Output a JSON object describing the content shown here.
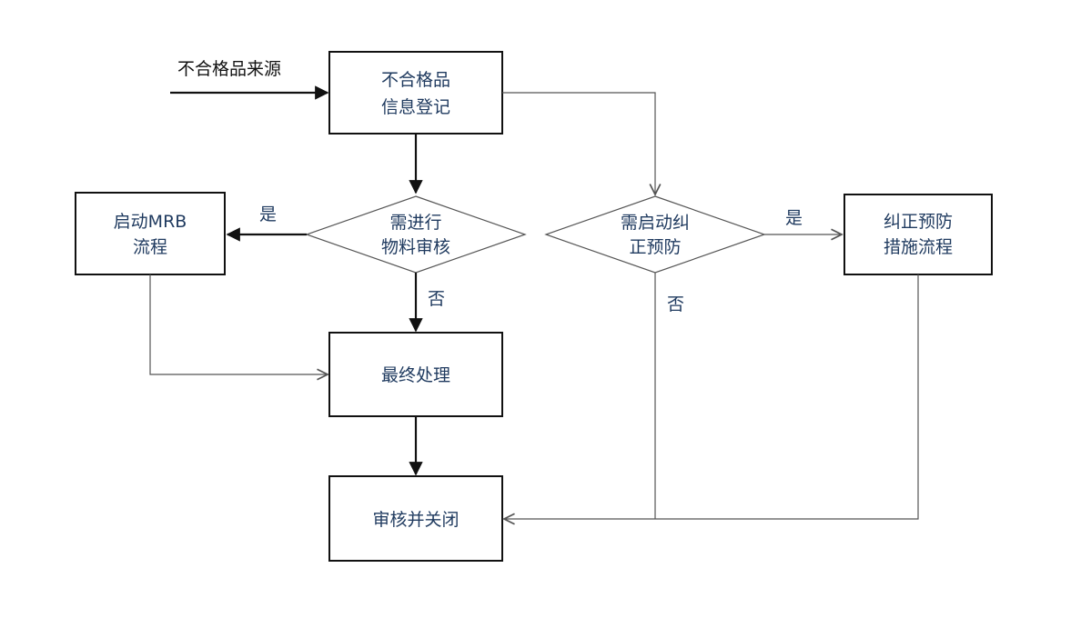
{
  "source_label": "不合格品来源",
  "nodes": {
    "register": {
      "line1": "不合格品",
      "line2": "信息登记"
    },
    "need_review": {
      "line1": "需进行",
      "line2": "物料审核"
    },
    "start_mrb": {
      "line1": "启动MRB",
      "line2": "流程"
    },
    "need_capa": {
      "line1": "需启动纠",
      "line2": "正预防"
    },
    "capa_flow": {
      "line1": "纠正预防",
      "line2": "措施流程"
    },
    "final_handling": {
      "label": "最终处理"
    },
    "review_close": {
      "label": "审核并关闭"
    }
  },
  "edge_labels": {
    "review_yes": "是",
    "review_no": "否",
    "capa_yes": "是",
    "capa_no": "否"
  }
}
